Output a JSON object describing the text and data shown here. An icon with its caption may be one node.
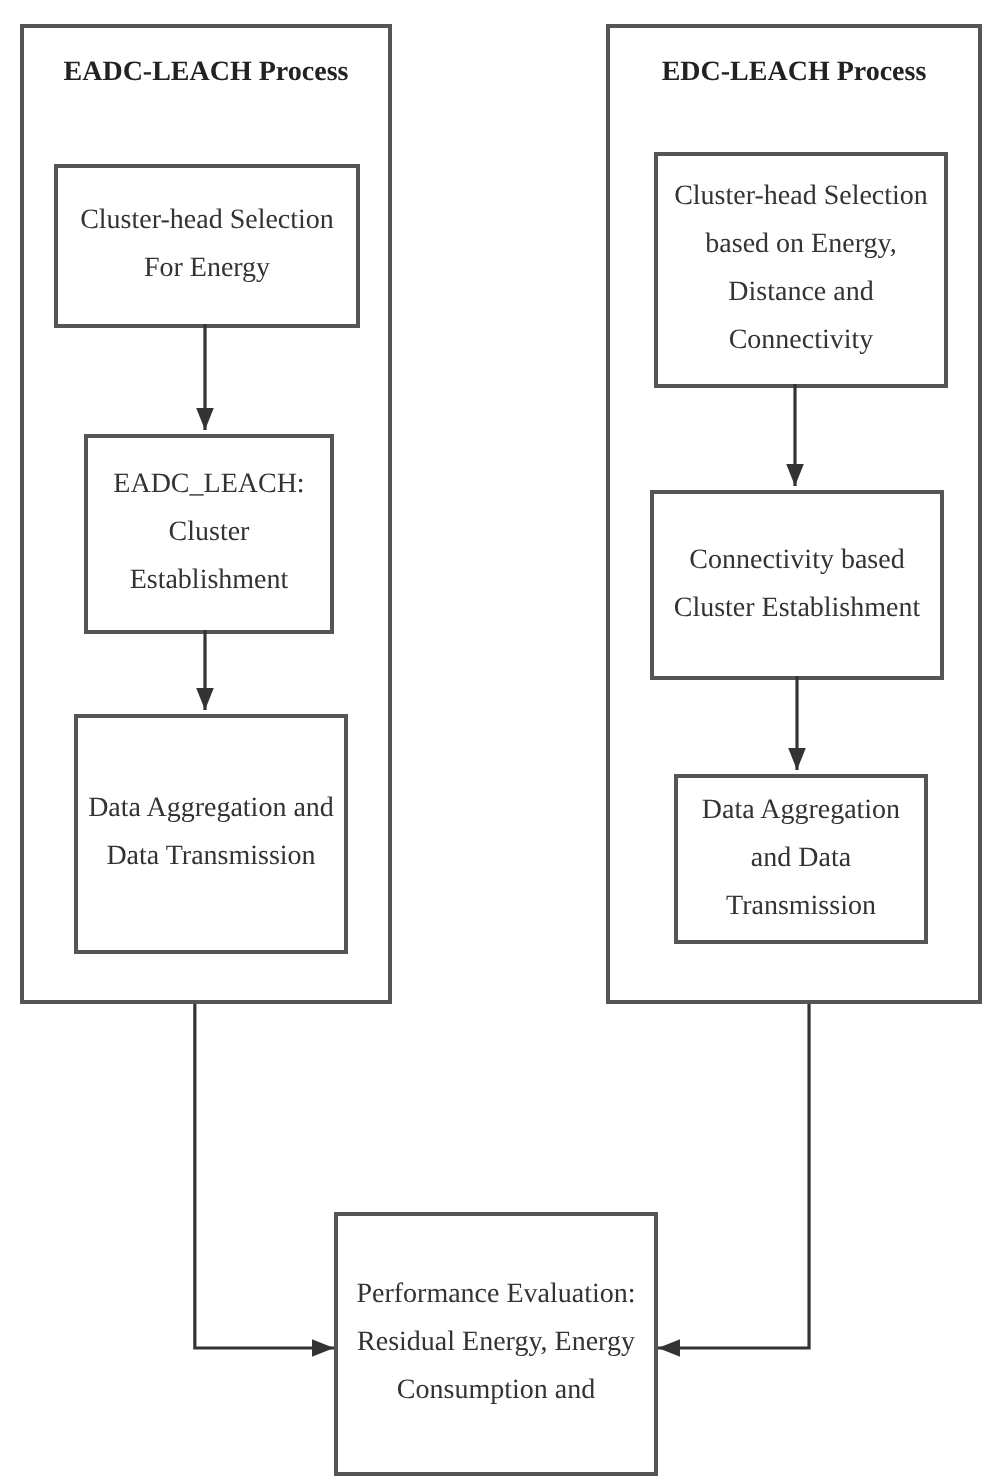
{
  "diagram": {
    "nodes": [
      {
        "text": [
          "EADC-LEACH Process"
        ]
      },
      {
        "text": [
          "Cluster-head Selection For Energy"
        ],
        "in": 0
      },
      {
        "text": [
          "EADC_LEACH: Cluster Establishment"
        ],
        "in": 0
      },
      {
        "text": [
          "Data Aggregation and Data Transmission"
        ],
        "in": 0
      },
      {
        "text": [
          "EDC-LEACH Process"
        ]
      },
      {
        "text": [
          "Cluster-head Selection based on Energy, Distance and Connectivity"
        ],
        "in": 4
      },
      {
        "text": [
          "Connectivity based Cluster Establishment"
        ],
        "in": 4
      },
      {
        "text": [
          "Data Aggregation and Data Transmission"
        ],
        "in": 4
      },
      {
        "text": [
          "Performance Evaluation: Residual Energy, Energy Consumption and"
        ]
      }
    ],
    "edges": [
      {
        "from": 1,
        "to": 2,
        "arrow": "to"
      },
      {
        "from": 2,
        "to": 3,
        "arrow": "to"
      },
      {
        "from": 5,
        "to": 6,
        "arrow": "to"
      },
      {
        "from": 6,
        "to": 7,
        "arrow": "to"
      },
      {
        "from": 0,
        "to": 8,
        "arrow": "to"
      },
      {
        "from": 4,
        "to": 8,
        "arrow": "to"
      }
    ]
  }
}
